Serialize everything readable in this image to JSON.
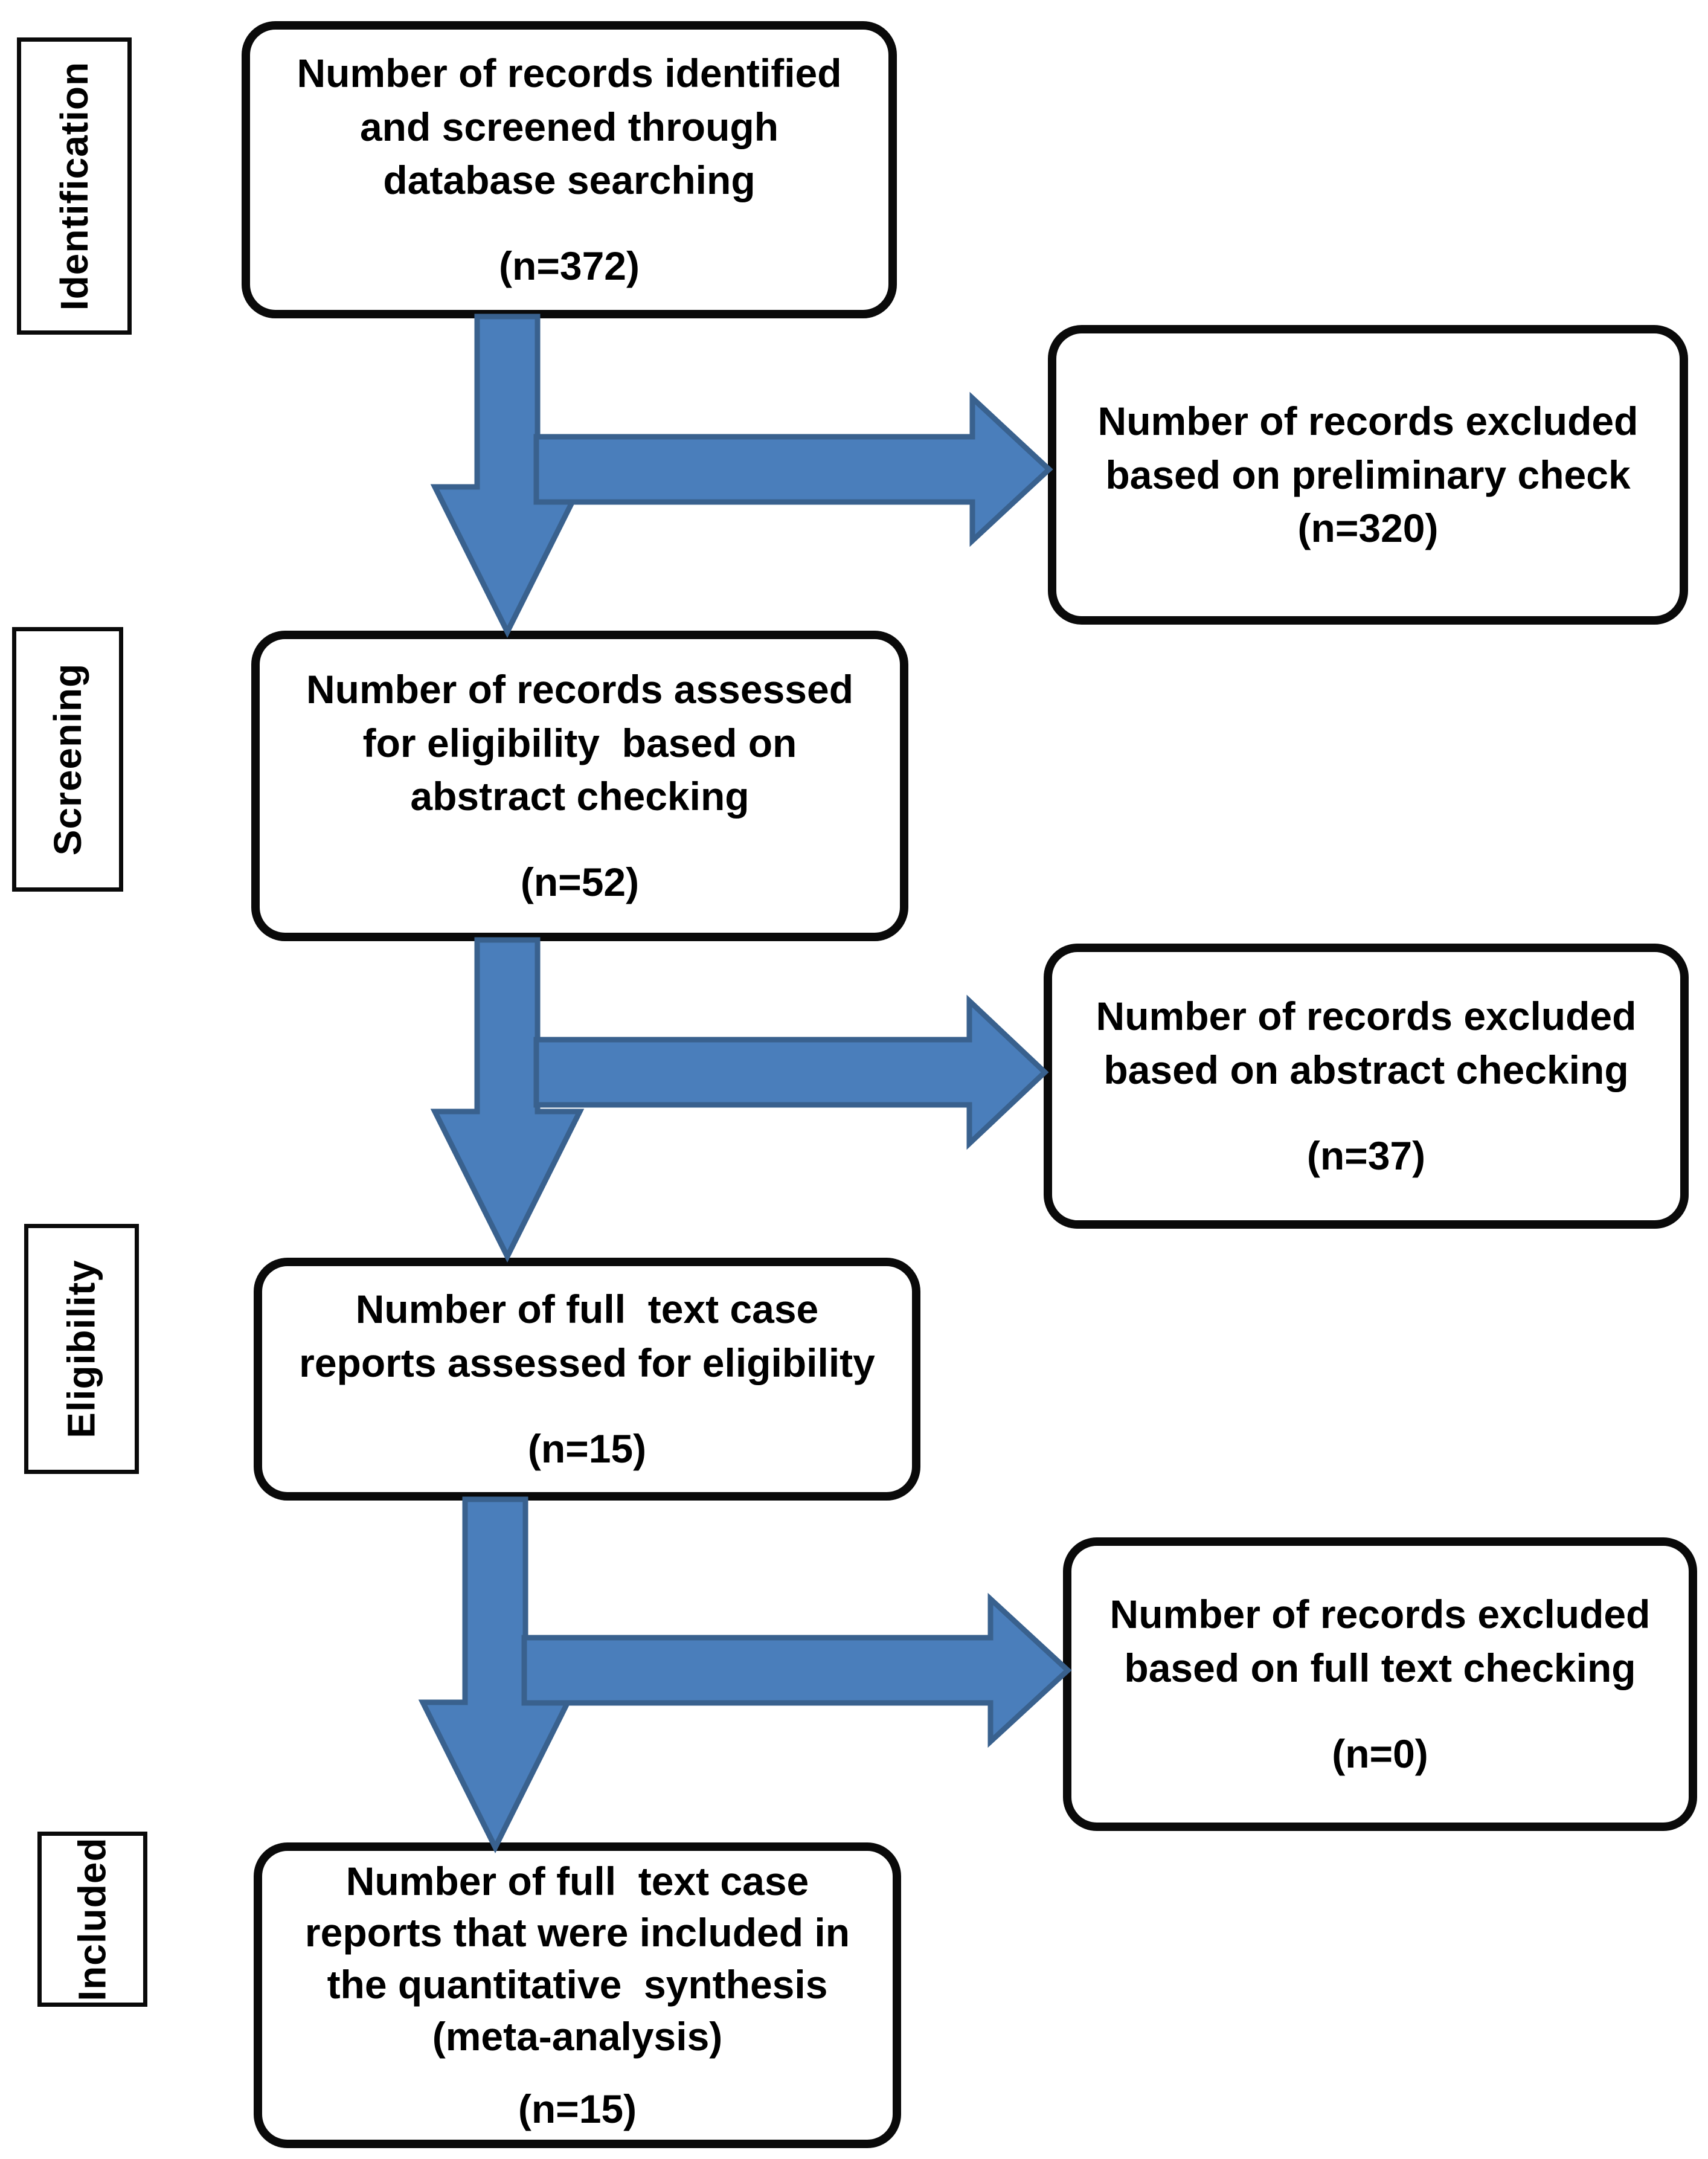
{
  "diagram": {
    "stage_labels": [
      {
        "label": "Identification"
      },
      {
        "label": "Screening"
      },
      {
        "label": "Eligibility"
      },
      {
        "label": "Included"
      }
    ],
    "main_boxes": [
      {
        "lines": [
          "Number of records identified",
          "and screened through",
          "database searching"
        ],
        "count": "(n=372)"
      },
      {
        "lines": [
          "Number of records assessed",
          "for eligibility  based on",
          "abstract checking"
        ],
        "count": "(n=52)"
      },
      {
        "lines": [
          "Number of full  text case",
          "reports assessed for eligibility"
        ],
        "count": "(n=15)"
      },
      {
        "lines": [
          "Number of full  text case",
          "reports that were included in",
          "the quantitative  synthesis",
          "(meta-analysis)"
        ],
        "count": "(n=15)"
      }
    ],
    "side_boxes": [
      {
        "lines": [
          "Number of records excluded",
          "based on preliminary check"
        ],
        "count": "(n=320)"
      },
      {
        "lines": [
          "Number of records excluded",
          "based on abstract checking"
        ],
        "count": "(n=37)"
      },
      {
        "lines": [
          "Number of records excluded",
          "based on full text checking"
        ],
        "count": "(n=0)"
      }
    ],
    "colors": {
      "arrow_fill": "#4A7EBB",
      "arrow_stroke": "#39618E",
      "box_border": "#0A0A0A",
      "text": "#000000",
      "background": "#FFFFFF"
    }
  }
}
